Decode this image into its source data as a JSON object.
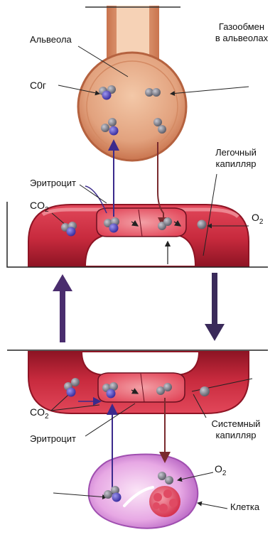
{
  "labels": {
    "title_line1": "Газообмен",
    "title_line2": "в альвеолах",
    "alveola": "Альвеола",
    "co2_alveola": "C0г",
    "lung_cap_line1": "Легочный",
    "lung_cap_line2": "капилляр",
    "erythro_top": "Эритроцит",
    "co2_top": "CO",
    "co2_top_sub": "2",
    "o2_top": "O",
    "o2_top_sub": "2",
    "co2_bottom": "CO",
    "co2_bottom_sub": "2",
    "erythro_bottom": "Эритроцит",
    "sys_cap_line1": "Системный",
    "sys_cap_line2": "капилляр",
    "o2_bottom": "O",
    "o2_bottom_sub": "2",
    "cell": "Клетка"
  },
  "colors": {
    "vessel_red": "#d8374a",
    "vessel_dark": "#a01a2c",
    "alveola_fill": "#e2a27e",
    "alveola_wall": "#c9744e",
    "co2_molecule": "#4a3fb8",
    "o2_molecule": "#8b8b94",
    "arrow_purple": "#3b2a8c",
    "arrow_brown": "#7a2a2e",
    "cell_purple": "#c06fc9"
  }
}
